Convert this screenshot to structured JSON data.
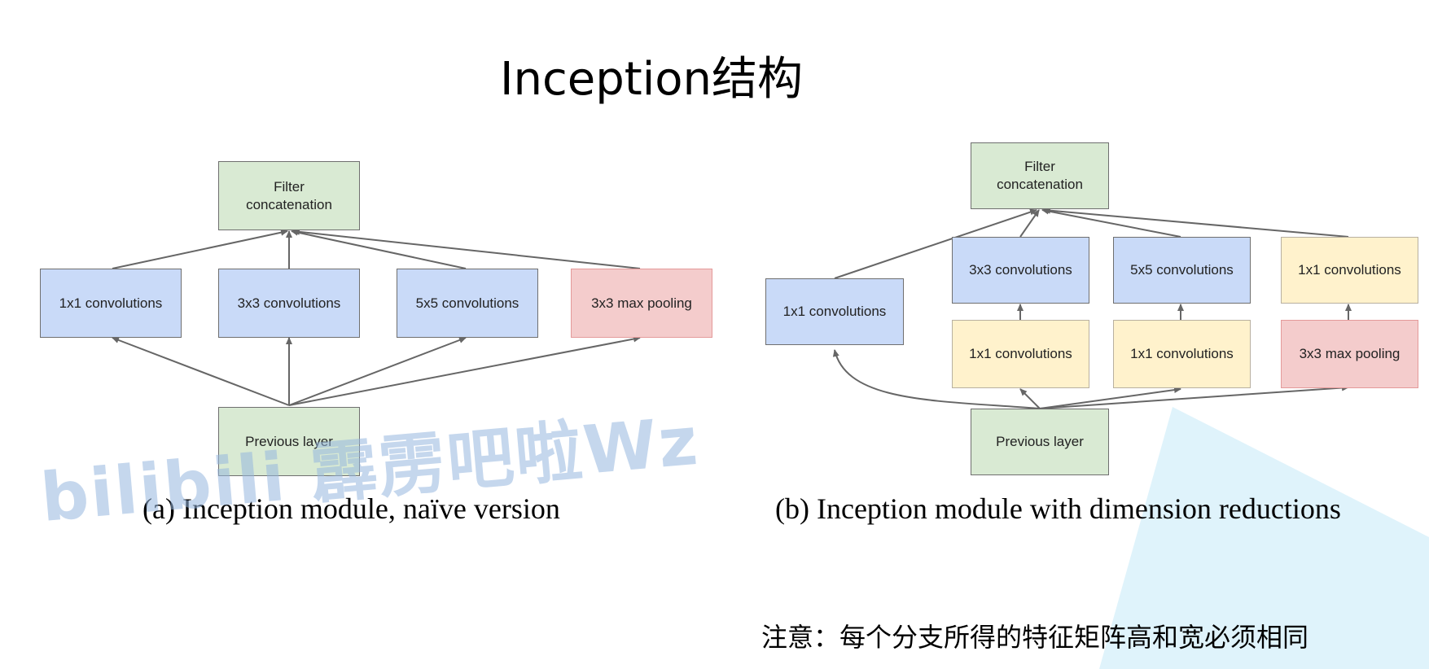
{
  "title": "Inception结构",
  "diagram_a": {
    "caption": "(a) Inception module, naïve version",
    "top": "Filter\nconcatenation",
    "branches": [
      "1x1 convolutions",
      "3x3 convolutions",
      "5x5 convolutions",
      "3x3 max pooling"
    ],
    "bottom": "Previous layer"
  },
  "diagram_b": {
    "caption": "(b) Inception module with dimension reductions",
    "top": "Filter\nconcatenation",
    "branch1": "1x1 convolutions",
    "upper": [
      "3x3 convolutions",
      "5x5 convolutions",
      "1x1 convolutions"
    ],
    "lower": [
      "1x1 convolutions",
      "1x1 convolutions",
      "3x3 max pooling"
    ],
    "bottom": "Previous layer"
  },
  "note": "注意：每个分支所得的特征矩阵高和宽必须相同",
  "watermark": "bilibili  霹雳吧啦Wz",
  "colors": {
    "green": "#d9ead3",
    "blue": "#c9daf8",
    "yellow": "#fff2cc",
    "pink": "#f4cccc",
    "arrow": "#666666"
  }
}
